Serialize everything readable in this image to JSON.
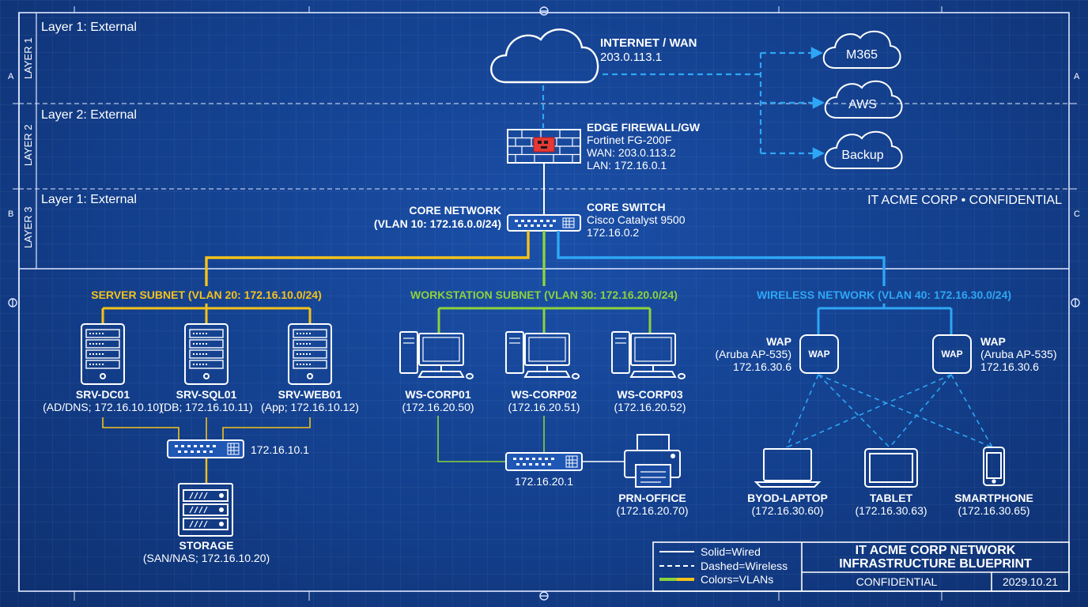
{
  "layers": [
    {
      "side_label": "LAYER 1",
      "title": "Layer 1: External"
    },
    {
      "side_label": "LAYER 2",
      "title": "Layer 2: External"
    },
    {
      "side_label": "LAYER 3",
      "title": "Layer 1: External"
    }
  ],
  "grid_refs": {
    "left_a": "A",
    "left_b": "B",
    "right_a": "A",
    "right_c": "C"
  },
  "confidential_banner": "IT ACME CORP • CONFIDENTIAL",
  "internet": {
    "title": "INTERNET / WAN",
    "ip": "203.0.113.1"
  },
  "cloud_services": [
    "M365",
    "AWS",
    "Backup"
  ],
  "firewall": {
    "title": "EDGE FIREWALL/GW",
    "model": "Fortinet FG-200F",
    "wan": "WAN: 203.0.113.2",
    "lan": "LAN: 172.16.0.1"
  },
  "core_network": {
    "title": "CORE NETWORK",
    "vlan": "(VLAN 10: 172.16.0.0/24)"
  },
  "core_switch": {
    "title": "CORE SWITCH",
    "model": "Cisco Catalyst 9500",
    "ip": "172.16.0.2"
  },
  "server_subnet": {
    "title": "SERVER SUBNET (VLAN 20: 172.16.10.0/24)",
    "servers": [
      {
        "name": "SRV-DC01",
        "detail": "(AD/DNS; 172.16.10.10)"
      },
      {
        "name": "SRV-SQL01",
        "detail": "(DB; 172.16.10.11)"
      },
      {
        "name": "SRV-WEB01",
        "detail": "(App; 172.16.10.12)"
      }
    ],
    "switch_ip": "172.16.10.1",
    "storage": {
      "name": "STORAGE",
      "detail": "(SAN/NAS; 172.16.10.20)"
    }
  },
  "workstation_subnet": {
    "title": "WORKSTATION SUBNET (VLAN 30: 172.16.20.0/24)",
    "workstations": [
      {
        "name": "WS-CORP01",
        "ip": "(172.16.20.50)"
      },
      {
        "name": "WS-CORP02",
        "ip": "(172.16.20.51)"
      },
      {
        "name": "WS-CORP03",
        "ip": "(172.16.20.52)"
      }
    ],
    "switch_ip": "172.16.20.1",
    "printer": {
      "name": "PRN-OFFICE",
      "ip": "(172.16.20.70)"
    }
  },
  "wireless_network": {
    "title": "WIRELESS NETWORK (VLAN 40: 172.16.30.0/24)",
    "waps": [
      {
        "title": "WAP",
        "model": "(Aruba AP-535)",
        "ip": "172.16.30.6",
        "badge": "WAP"
      },
      {
        "title": "WAP",
        "model": "(Aruba AP-535)",
        "ip": "172.16.30.6",
        "badge": "WAP"
      }
    ],
    "clients": [
      {
        "name": "BYOD-LAPTOP",
        "ip": "(172.16.30.60)"
      },
      {
        "name": "TABLET",
        "ip": "(172.16.30.63)"
      },
      {
        "name": "SMARTPHONE",
        "ip": "(172.16.30.65)"
      }
    ]
  },
  "legend": {
    "solid": "Solid=Wired",
    "dashed": "Dashed=Wireless",
    "colors": "Colors=VLANs"
  },
  "title_block": {
    "line1": "IT ACME CORP NETWORK",
    "line2": "INFRASTRUCTURE BLUEPRINT",
    "classification": "CONFIDENTIAL",
    "date": "2029.10.21"
  },
  "colors": {
    "server_vlan": "#f5c21b",
    "workstation_vlan": "#8dd23c",
    "wireless_vlan": "#2ea6f5",
    "line_white": "#ffffff",
    "firewall_accent": "#e53935"
  }
}
